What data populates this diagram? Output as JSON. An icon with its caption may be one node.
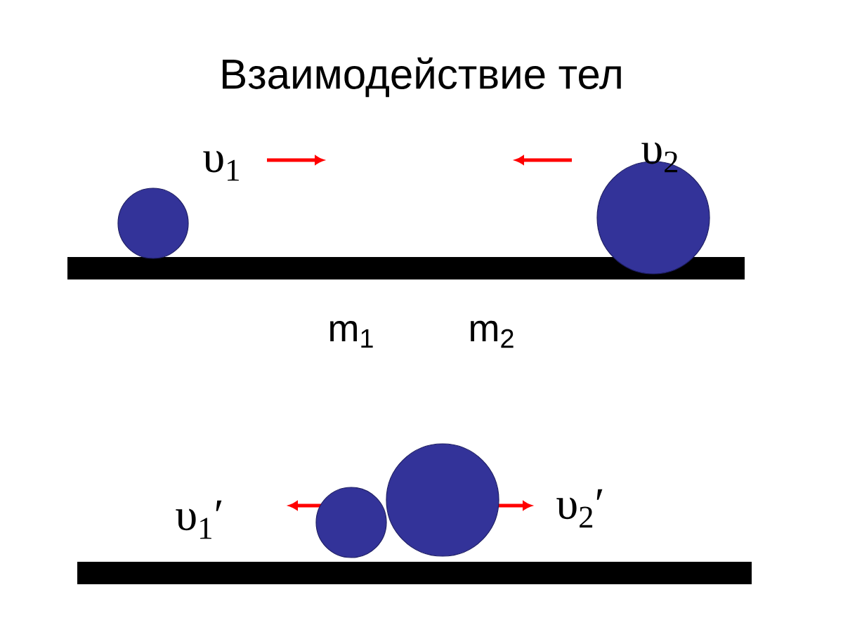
{
  "diagram": {
    "title": "Взаимодействие тел",
    "nodes": [
      {
        "text": [],
        "shape": "circle"
      },
      {
        "text": [],
        "shape": "circle"
      },
      {
        "text": [],
        "shape": "circle"
      },
      {
        "text": [],
        "shape": "circle"
      }
    ],
    "labels": [
      "υ$_{1}$",
      "υ$_{2}$",
      "m$_{1}$",
      "m$_{2}$",
      "υ$_{1}$′",
      "υ$_{2}$′"
    ]
  }
}
